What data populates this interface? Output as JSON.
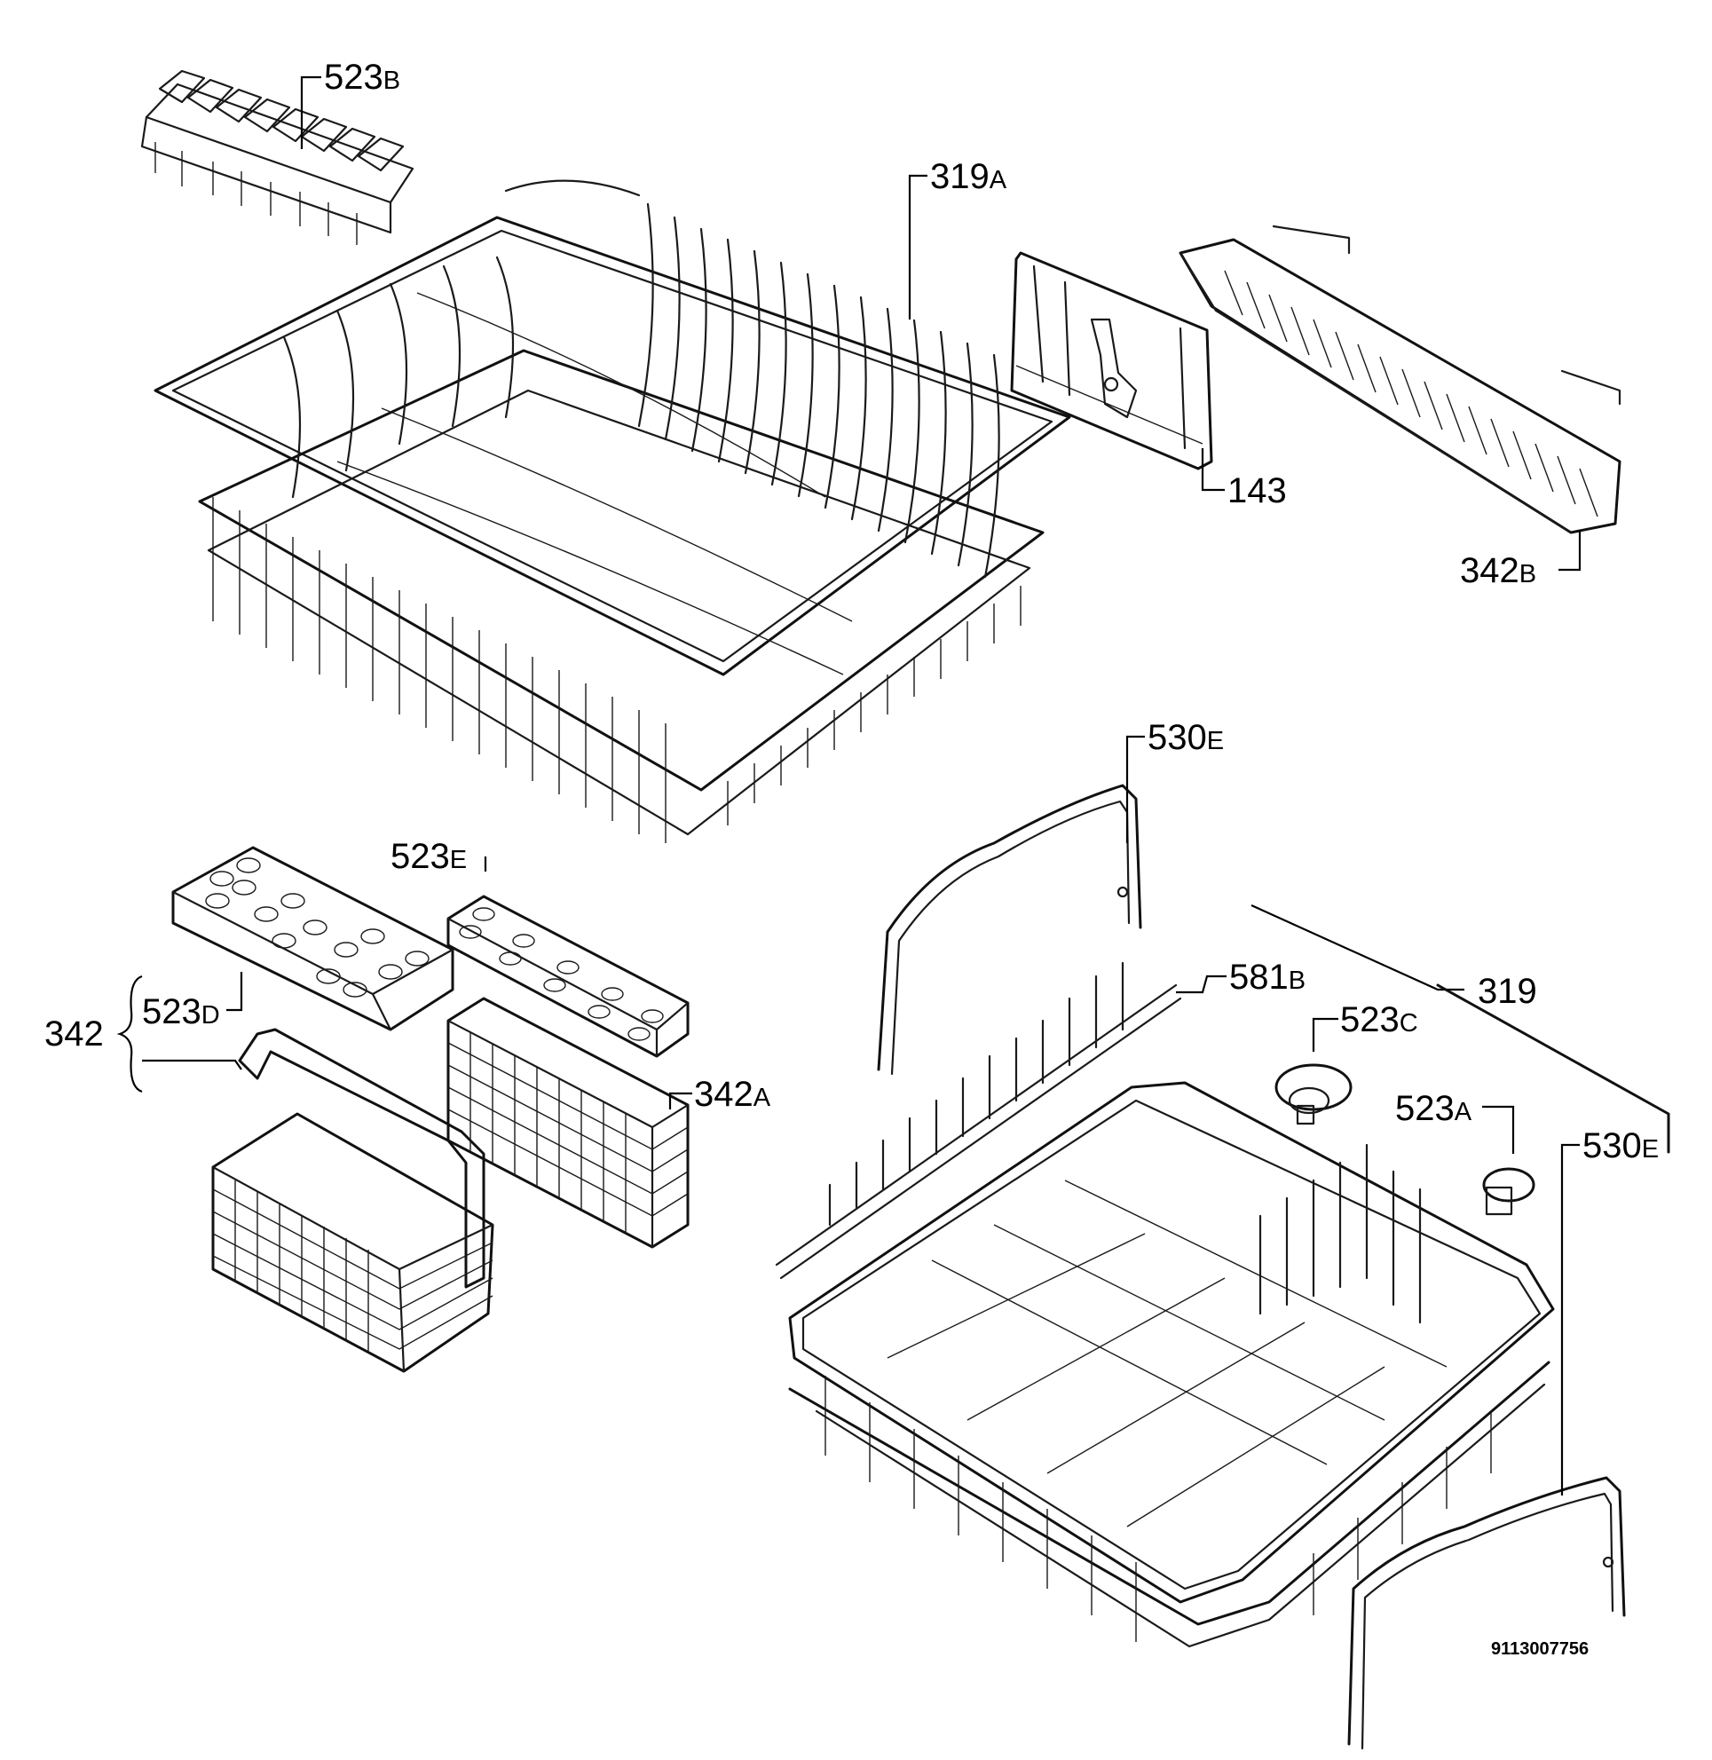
{
  "callouts": {
    "c523b": {
      "num": "523",
      "sfx": "B"
    },
    "c319a": {
      "num": "319",
      "sfx": "A"
    },
    "c143": {
      "num": "143",
      "sfx": ""
    },
    "c342b": {
      "num": "342",
      "sfx": "B"
    },
    "c530e_top": {
      "num": "530",
      "sfx": "E"
    },
    "c523e": {
      "num": "523",
      "sfx": "E"
    },
    "c342": {
      "num": "342",
      "sfx": ""
    },
    "c523d": {
      "num": "523",
      "sfx": "D"
    },
    "c581b": {
      "num": "581",
      "sfx": "B"
    },
    "c319": {
      "num": "319",
      "sfx": ""
    },
    "c523c": {
      "num": "523",
      "sfx": "C"
    },
    "c342a": {
      "num": "342",
      "sfx": "A"
    },
    "c523a": {
      "num": "523",
      "sfx": "A"
    },
    "c530e_right": {
      "num": "530",
      "sfx": "E"
    }
  },
  "document_number": "9113007756"
}
